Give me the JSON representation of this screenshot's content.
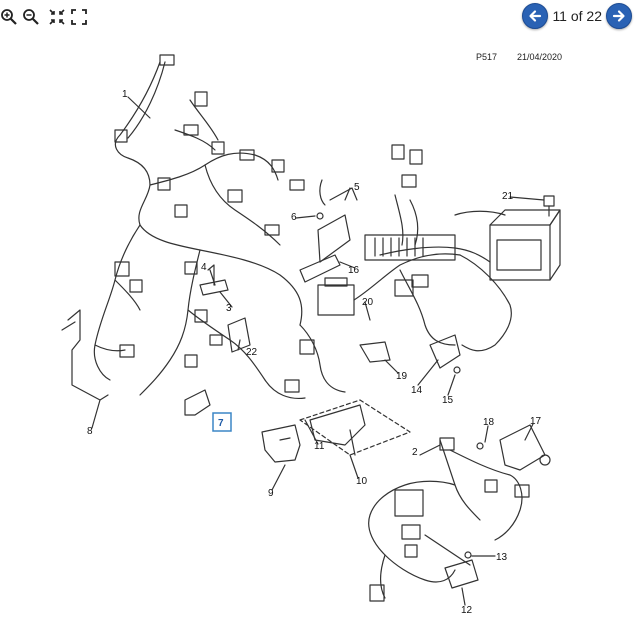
{
  "toolbar": {
    "zoom_in_icon": "magnifier-plus-icon",
    "zoom_out_icon": "magnifier-minus-icon",
    "collapse_icon": "shrink-arrows-icon",
    "fullscreen_icon": "fullscreen-corners-icon"
  },
  "pager": {
    "current_page_text": "11 of 22"
  },
  "header": {
    "code": "P517",
    "date": "21/04/2020"
  },
  "callouts": [
    {
      "id": "c1",
      "label": "1"
    },
    {
      "id": "c2",
      "label": "2"
    },
    {
      "id": "c3",
      "label": "3"
    },
    {
      "id": "c4",
      "label": "4"
    },
    {
      "id": "c5",
      "label": "5"
    },
    {
      "id": "c6",
      "label": "6"
    },
    {
      "id": "c7",
      "label": "7",
      "highlighted": true
    },
    {
      "id": "c8",
      "label": "8"
    },
    {
      "id": "c9",
      "label": "9"
    },
    {
      "id": "c10",
      "label": "10"
    },
    {
      "id": "c11",
      "label": "11"
    },
    {
      "id": "c12",
      "label": "12"
    },
    {
      "id": "c13",
      "label": "13"
    },
    {
      "id": "c14",
      "label": "14"
    },
    {
      "id": "c15",
      "label": "15"
    },
    {
      "id": "c16",
      "label": "16"
    },
    {
      "id": "c17",
      "label": "17"
    },
    {
      "id": "c18",
      "label": "18"
    },
    {
      "id": "c19",
      "label": "19"
    },
    {
      "id": "c20",
      "label": "20"
    },
    {
      "id": "c21",
      "label": "21"
    },
    {
      "id": "c22",
      "label": "22"
    }
  ],
  "colors": {
    "nav_button": "#2a62b4",
    "highlight_box": "#3b86c6",
    "line_art": "#333333"
  }
}
